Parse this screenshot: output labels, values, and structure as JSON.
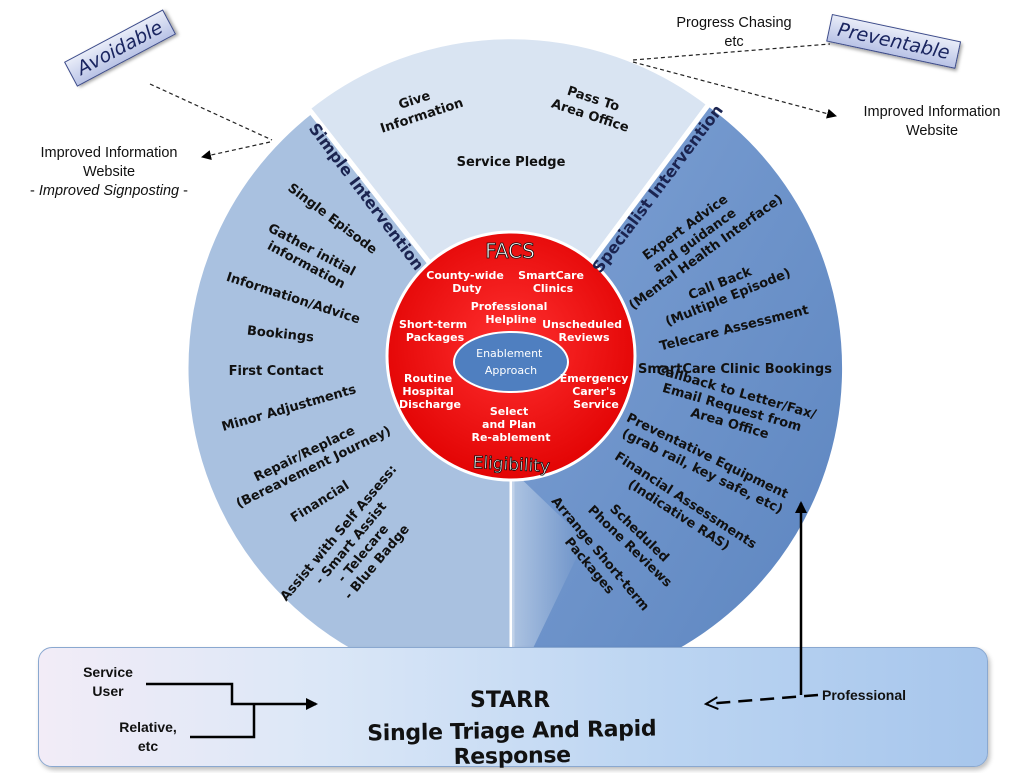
{
  "annotations": {
    "avoidable": "Avoidable",
    "preventable": "Preventable",
    "progress_chasing_line1": "Progress Chasing",
    "progress_chasing_line2": "etc",
    "improved_info_left_line1": "Improved Information",
    "improved_info_left_line2": "Website",
    "improved_info_left_line3": "Improved Signposting",
    "improved_info_right_line1": "Improved Information",
    "improved_info_right_line2": "Website"
  },
  "top_segment": {
    "give_information": [
      "Give",
      "Information"
    ],
    "pass_to_area_office": [
      "Pass To",
      "Area Office"
    ],
    "service_pledge": "Service Pledge"
  },
  "simple_intervention": {
    "title": "Simple Intervention",
    "items": [
      [
        "Single Episode"
      ],
      [
        "Gather initial",
        "information"
      ],
      [
        "Information/Advice"
      ],
      [
        "Bookings"
      ],
      [
        "First Contact"
      ],
      [
        "Minor Adjustments"
      ],
      [
        "Repair/Replace",
        "(Bereavement Journey)"
      ],
      [
        "Financial"
      ],
      [
        "Assist with Self Assess:",
        "- Smart Assist",
        "- Telecare",
        "- Blue Badge"
      ]
    ]
  },
  "specialist_intervention": {
    "title": "Specialist Intervention",
    "items": [
      [
        "Expert Advice",
        "and guidance",
        "(Mental Health Interface)"
      ],
      [
        "Call Back",
        "(Multiple Episode)"
      ],
      [
        "Telecare Assessment"
      ],
      [
        "SmartCare Clinic Bookings"
      ],
      [
        "Callback to Letter/Fax/",
        "Email Request from",
        "Area Office"
      ],
      [
        "Preventative Equipment",
        "(grab rail, key safe, etc)"
      ],
      [
        "Financial Assessments",
        "(Indicative RAS)"
      ],
      [
        "Scheduled",
        "Phone Reviews"
      ],
      [
        "Arrange Short-term",
        "Packages"
      ]
    ]
  },
  "center": {
    "facs": "FACS",
    "eligibility": "Eligibility",
    "items": [
      [
        "County-wide",
        "Duty"
      ],
      [
        "SmartCare",
        "Clinics"
      ],
      [
        "Professional",
        "Helpline"
      ],
      [
        "Short-term",
        "Packages"
      ],
      [
        "Unscheduled",
        "Reviews"
      ],
      [
        "Routine",
        "Hospital",
        "Discharge"
      ],
      [
        "Emergency",
        "Carer's",
        "Service"
      ],
      [
        "Select",
        "and Plan",
        "Re-ablement"
      ]
    ],
    "enablement": [
      "Enablement",
      "Approach"
    ]
  },
  "starr": {
    "title": "STARR",
    "subtitle": "Single Triage And Rapid Response",
    "service_user": [
      "Service",
      "User"
    ],
    "relative": [
      "Relative,",
      "etc"
    ],
    "professional": "Professional"
  },
  "colors": {
    "simple_segment": "#a9c1e0",
    "specialist_segment": "#6d93c9",
    "top_segment": "#d8e3f1",
    "center_red": "#ff1a1a",
    "enablement_blue": "#4f7fc0"
  }
}
